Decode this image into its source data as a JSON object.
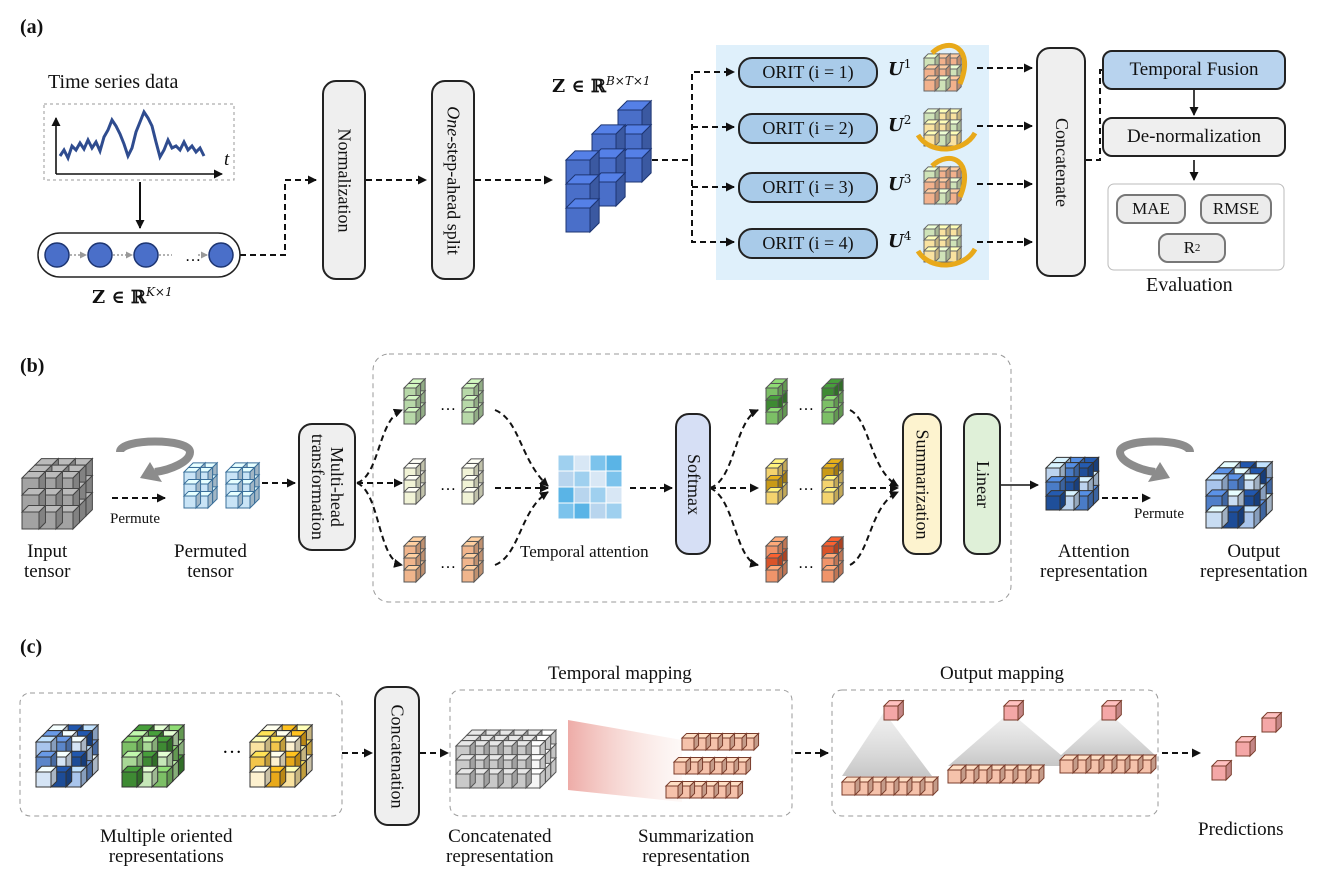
{
  "panels": {
    "a": "(a)",
    "b": "(b)",
    "c": "(c)"
  },
  "a": {
    "time_series_title": "Time series data",
    "t_axis": "t",
    "z_input": "Z ∈ ℝ",
    "z_input_sup": "K×1",
    "normalization": "Normalization",
    "split_em": "One",
    "split_rest": "-step-ahead split",
    "z_batch": "Z ∈ ℝ",
    "z_batch_sup": "B×T×1",
    "orit": [
      "ORIT (i = 1)",
      "ORIT (i = 2)",
      "ORIT (i = 3)",
      "ORIT (i = 4)"
    ],
    "u_labels": [
      "U",
      "U",
      "U",
      "U"
    ],
    "u_sups": [
      "1",
      "2",
      "3",
      "4"
    ],
    "concatenate": "Concatenate",
    "temporal_fusion": "Temporal Fusion",
    "denormalization": "De-normalization",
    "mae": "MAE",
    "rmse": "RMSE",
    "r2": "R",
    "r2_sup": "2",
    "evaluation": "Evaluation"
  },
  "b": {
    "input_tensor_1": "Input",
    "input_tensor_2": "tensor",
    "permute_1": "Permute",
    "permuted_1": "Permuted",
    "permuted_2": "tensor",
    "multihead_1": "Multi-head",
    "multihead_2": "transformation",
    "temporal_attention": "Temporal attention",
    "softmax": "Softmax",
    "summarization": "Summarization",
    "linear": "Linear",
    "attention_rep_1": "Attention",
    "attention_rep_2": "representation",
    "permute_2": "Permute",
    "output_rep_1": "Output",
    "output_rep_2": "representation"
  },
  "c": {
    "multiple_1": "Multiple oriented",
    "multiple_2": "representations",
    "concatenation": "Concatenation",
    "temporal_mapping": "Temporal mapping",
    "concat_rep_1": "Concatenated",
    "concat_rep_2": "representation",
    "summ_rep_1": "Summarization",
    "summ_rep_2": "representation",
    "output_mapping": "Output mapping",
    "predictions": "Predictions"
  },
  "colors": {
    "blue_cube": "#4a6fc9",
    "light_blue_panel": "#dff0fb",
    "orit_fill": "#a9cbe9",
    "fusion_fill": "#b8d3ee",
    "gray_box": "#efefef",
    "softmax_fill": "#d6dff5",
    "summarization_fill": "#fdf3cf",
    "linear_fill": "#dff0d8",
    "arrow_gold": "#e8a91a"
  }
}
